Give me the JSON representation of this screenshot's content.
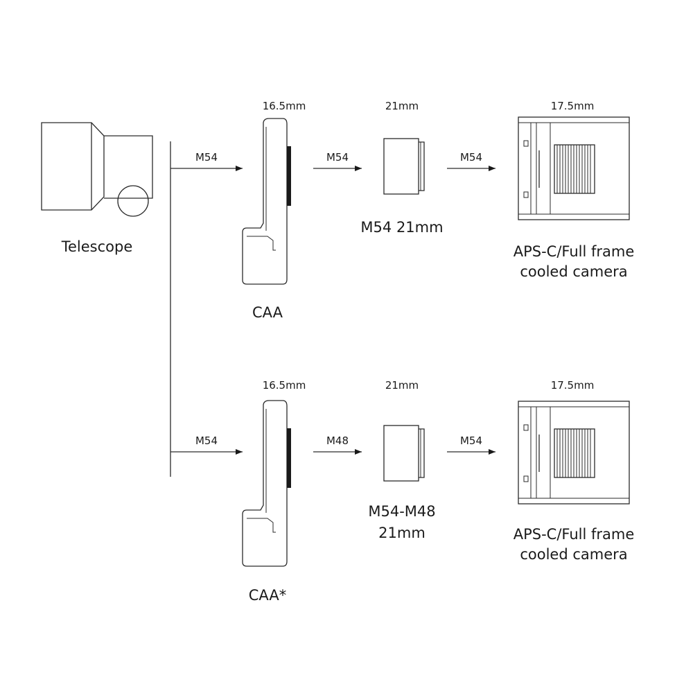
{
  "telescope": {
    "label": "Telescope"
  },
  "top_row": {
    "telescope_thread": "M54",
    "caa": {
      "label": "CAA",
      "dimension": "16.5mm"
    },
    "adapter_in_thread": "M54",
    "adapter": {
      "label": "M54 21mm",
      "dimension": "21mm"
    },
    "camera_thread": "M54",
    "camera": {
      "label_line1": "APS-C/Full frame",
      "label_line2": "cooled camera",
      "dimension": "17.5mm"
    }
  },
  "bottom_row": {
    "telescope_thread": "M54",
    "caa": {
      "label": "CAA*",
      "dimension": "16.5mm"
    },
    "adapter_in_thread": "M48",
    "adapter": {
      "label_line1": "M54-M48",
      "label_line2": "21mm",
      "dimension": "21mm"
    },
    "camera_thread": "M54",
    "camera": {
      "label_line1": "APS-C/Full frame",
      "label_line2": "cooled camera",
      "dimension": "17.5mm"
    }
  }
}
